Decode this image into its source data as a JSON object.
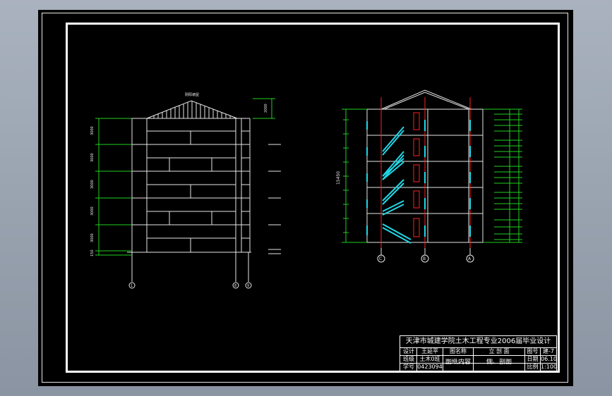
{
  "drawing": {
    "elevation_title": "阴阳坡屋",
    "left_dims": [
      "150",
      "3000",
      "3000",
      "3000",
      "3000",
      "3000"
    ],
    "roof_dim": "2000",
    "axis_labels_left": [
      "1",
      "8",
      "9"
    ],
    "axis_labels_section": [
      "C",
      "B",
      "A"
    ],
    "total_height_dim": "15450"
  },
  "title_block": {
    "title": "天津市城建学院土木工程专业2006届毕业设计",
    "cells": {
      "design_label": "设计",
      "design_value": "王延平",
      "drawing_name_label": "图名称",
      "drawing_name_value": "立 剖 面",
      "drawing_no_label": "图号",
      "drawing_no_value": "建-7",
      "class_label": "班级",
      "class_value": "土木0班",
      "content_label": "图纸内容",
      "content_value": "侧、剖图",
      "date_label": "日期",
      "date_value": "06.10",
      "student_no_label": "学号",
      "student_no_value": "0423094",
      "scale_label": "比例",
      "scale_value": "1:100"
    }
  }
}
